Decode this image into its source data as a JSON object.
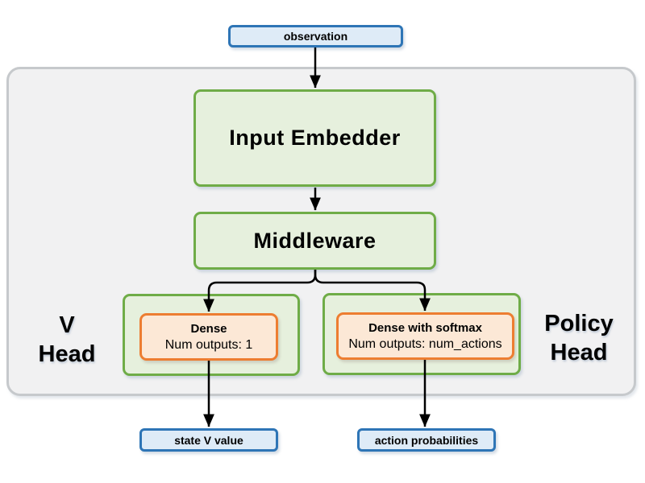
{
  "diagram": {
    "nodes": {
      "observation": {
        "label": "observation"
      },
      "input_embedder": {
        "label": "Input Embedder"
      },
      "middleware": {
        "label": "Middleware"
      },
      "v_head_label": {
        "line1": "V",
        "line2": "Head"
      },
      "v_dense": {
        "title": "Dense",
        "subtitle": "Num outputs: 1"
      },
      "policy_head_label": {
        "line1": "Policy",
        "line2": "Head"
      },
      "policy_dense": {
        "title": "Dense with softmax",
        "subtitle": "Num outputs: num_actions"
      },
      "state_v_value": {
        "label": "state V value"
      },
      "action_probabilities": {
        "label": "action probabilities"
      }
    },
    "edges": [
      {
        "from": "observation",
        "to": "input_embedder"
      },
      {
        "from": "input_embedder",
        "to": "middleware"
      },
      {
        "from": "middleware",
        "to": "v_dense"
      },
      {
        "from": "middleware",
        "to": "policy_dense"
      },
      {
        "from": "v_dense",
        "to": "state_v_value"
      },
      {
        "from": "policy_dense",
        "to": "action_probabilities"
      }
    ],
    "colors": {
      "io_fill": "#DEEBF7",
      "io_border": "#2E75B6",
      "block_fill": "#E6F0DD",
      "block_border": "#6FAC47",
      "dense_fill": "#FCE8D6",
      "dense_border": "#ED7D31",
      "container_fill": "#F1F1F2",
      "container_border": "#C6C9CC",
      "arrow_color": "#000000",
      "text_color": "#000000"
    }
  }
}
